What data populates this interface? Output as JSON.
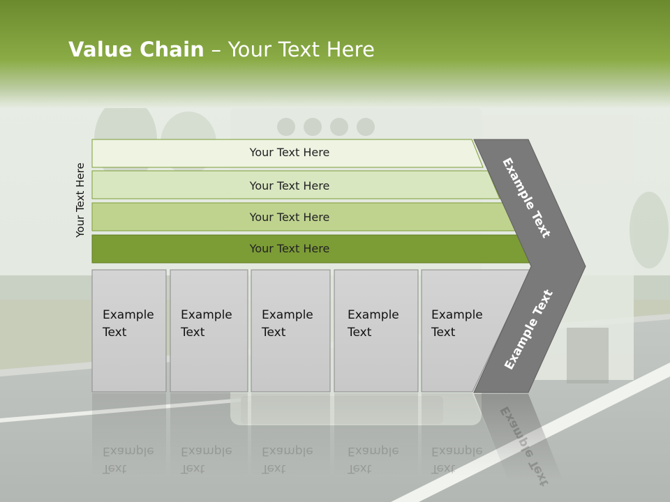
{
  "slide": {
    "title_bold": "Value Chain",
    "title_rest": " – Your Text Here",
    "vertical_label": "Your Text Here"
  },
  "bars": [
    {
      "label": "Your Text Here",
      "color": "#eef3e2"
    },
    {
      "label": "Your Text Here",
      "color": "#d9e7c1"
    },
    {
      "label": "Your Text Here",
      "color": "#bfd38f"
    },
    {
      "label": "Your Text Here",
      "color": "#7c9c36"
    }
  ],
  "boxes": [
    {
      "line1": "Example",
      "line2": "Text"
    },
    {
      "line1": "Example",
      "line2": "Text"
    },
    {
      "line1": "Example",
      "line2": "Text"
    },
    {
      "line1": "Example",
      "line2": "Text"
    },
    {
      "line1": "Example",
      "line2": "Text"
    }
  ],
  "chevron": {
    "upper_text": "Example Text",
    "lower_text": "Example Text",
    "color": "#7a7a7a"
  },
  "colors": {
    "header_green": "#7f9e3a",
    "box_fill": "#d0d0d0"
  }
}
